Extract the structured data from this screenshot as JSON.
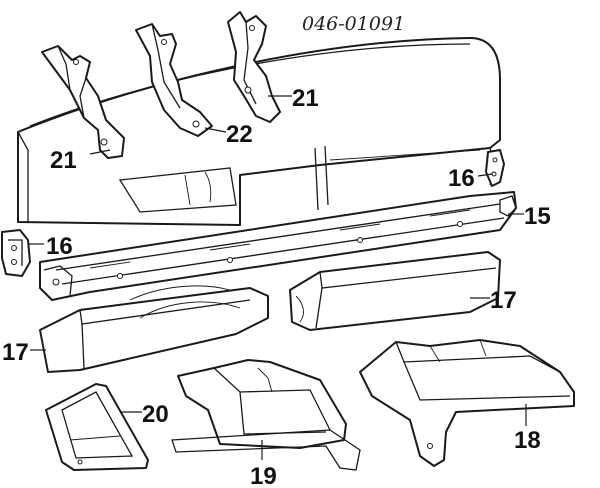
{
  "diagram": {
    "reference_code": "046-01091",
    "callouts": [
      {
        "id": "c21a",
        "label": "21"
      },
      {
        "id": "c22",
        "label": "22"
      },
      {
        "id": "c21b",
        "label": "21"
      },
      {
        "id": "c16a",
        "label": "16"
      },
      {
        "id": "c16b",
        "label": "16"
      },
      {
        "id": "c15",
        "label": "15"
      },
      {
        "id": "c17a",
        "label": "17"
      },
      {
        "id": "c17b",
        "label": "17"
      },
      {
        "id": "c20",
        "label": "20"
      },
      {
        "id": "c18",
        "label": "18"
      },
      {
        "id": "c19",
        "label": "19"
      }
    ]
  }
}
